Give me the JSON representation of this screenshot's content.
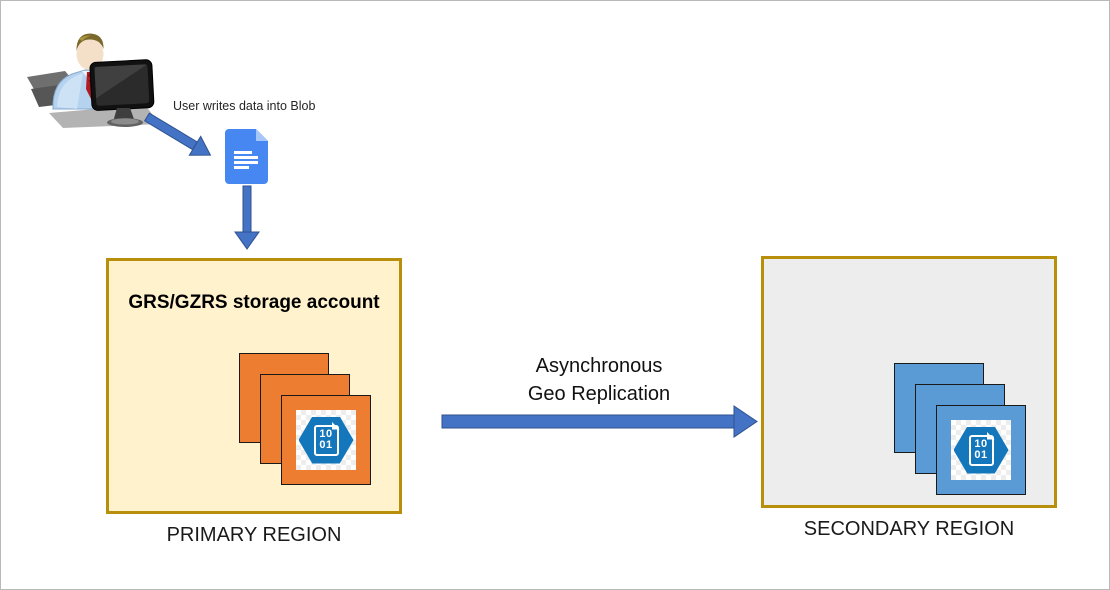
{
  "flow": {
    "caption": "User writes data into Blob"
  },
  "primary": {
    "title": "GRS/GZRS storage account",
    "label": "PRIMARY REGION",
    "fill_color": "#FFF2CC",
    "border_color": "#B78F0B",
    "square_color": "#ED7D31"
  },
  "secondary": {
    "label": "SECONDARY REGION",
    "fill_color": "#EDEDED",
    "border_color": "#B78F0B",
    "square_color": "#5B9BD5"
  },
  "replication": {
    "line1": "Asynchronous",
    "line2": "Geo Replication",
    "arrow_color": "#4472C4"
  },
  "blob_icon": {
    "binary_top": "10",
    "binary_bottom": "01",
    "hexagon_color": "#1476BB"
  },
  "icons": {
    "user": "user-at-computer-icon",
    "document": "blob-document-icon",
    "arrows": [
      "user-to-blob-arrow",
      "blob-to-primary-arrow",
      "geo-replication-arrow"
    ]
  }
}
